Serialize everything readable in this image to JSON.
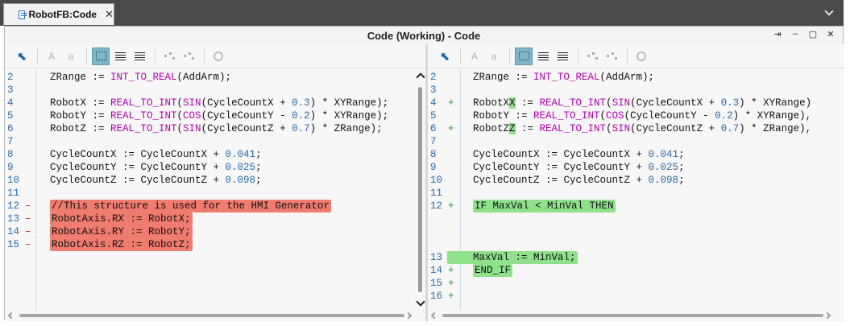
{
  "tab": {
    "label": "RobotFB:Code",
    "close": "✕"
  },
  "window": {
    "title": "Code (Working) - Code",
    "pin": "⇥",
    "minimize": "–",
    "maximize": "▢",
    "close": "✕"
  },
  "toolbar": {
    "letter_a_large": "A",
    "letter_a_small": "a"
  },
  "left": {
    "lines": [
      {
        "num": "2",
        "mark": "",
        "kind": "normal",
        "segments": [
          {
            "t": "ZRange := "
          },
          {
            "t": "INT_TO_REAL",
            "c": "#b300b3"
          },
          {
            "t": "(AddArm);"
          }
        ]
      },
      {
        "num": "3",
        "mark": "",
        "kind": "normal",
        "segments": []
      },
      {
        "num": "4",
        "mark": "",
        "kind": "normal",
        "segments": [
          {
            "t": "RobotX := "
          },
          {
            "t": "REAL_TO_INT",
            "c": "#b300b3"
          },
          {
            "t": "("
          },
          {
            "t": "SIN",
            "c": "#b300b3"
          },
          {
            "t": "(CycleCountX + "
          },
          {
            "t": "0.3",
            "c": "#2a6aa8"
          },
          {
            "t": ") * XYRange);"
          }
        ]
      },
      {
        "num": "5",
        "mark": "",
        "kind": "normal",
        "segments": [
          {
            "t": "RobotY := "
          },
          {
            "t": "REAL_TO_INT",
            "c": "#b300b3"
          },
          {
            "t": "("
          },
          {
            "t": "COS",
            "c": "#b300b3"
          },
          {
            "t": "(CycleCountY - "
          },
          {
            "t": "0.2",
            "c": "#2a6aa8"
          },
          {
            "t": ") * XYRange);"
          }
        ]
      },
      {
        "num": "6",
        "mark": "",
        "kind": "normal",
        "segments": [
          {
            "t": "RobotZ := "
          },
          {
            "t": "REAL_TO_INT",
            "c": "#b300b3"
          },
          {
            "t": "("
          },
          {
            "t": "SIN",
            "c": "#b300b3"
          },
          {
            "t": "(CycleCountZ + "
          },
          {
            "t": "0.7",
            "c": "#2a6aa8"
          },
          {
            "t": ") * ZRange);"
          }
        ]
      },
      {
        "num": "7",
        "mark": "",
        "kind": "normal",
        "segments": []
      },
      {
        "num": "8",
        "mark": "",
        "kind": "normal",
        "segments": [
          {
            "t": "CycleCountX := CycleCountX + "
          },
          {
            "t": "0.041",
            "c": "#2a6aa8"
          },
          {
            "t": ";"
          }
        ]
      },
      {
        "num": "9",
        "mark": "",
        "kind": "normal",
        "segments": [
          {
            "t": "CycleCountY := CycleCountY + "
          },
          {
            "t": "0.025",
            "c": "#2a6aa8"
          },
          {
            "t": ";"
          }
        ]
      },
      {
        "num": "10",
        "mark": "",
        "kind": "normal",
        "segments": [
          {
            "t": "CycleCountZ := CycleCountZ + "
          },
          {
            "t": "0.098",
            "c": "#2a6aa8"
          },
          {
            "t": ";"
          }
        ]
      },
      {
        "num": "11",
        "mark": "",
        "kind": "normal",
        "segments": []
      },
      {
        "num": "12",
        "mark": "–",
        "kind": "del",
        "segments": [
          {
            "t": "//This structure is used for the HMI Generator"
          }
        ]
      },
      {
        "num": "13",
        "mark": "–",
        "kind": "del",
        "segments": [
          {
            "t": "RobotAxis.RX := RobotX;"
          }
        ]
      },
      {
        "num": "14",
        "mark": "–",
        "kind": "del",
        "segments": [
          {
            "t": "RobotAxis.RY := RobotY;"
          }
        ]
      },
      {
        "num": "15",
        "mark": "–",
        "kind": "del",
        "segments": [
          {
            "t": "RobotAxis.RZ := RobotZ;"
          }
        ]
      }
    ]
  },
  "right": {
    "lines": [
      {
        "num": "2",
        "mark": "",
        "kind": "normal",
        "row": 0,
        "segments": [
          {
            "t": "ZRange := "
          },
          {
            "t": "INT_TO_REAL",
            "c": "#b300b3"
          },
          {
            "t": "(AddArm);"
          }
        ]
      },
      {
        "num": "3",
        "mark": "",
        "kind": "normal",
        "row": 1,
        "segments": []
      },
      {
        "num": "4",
        "mark": "+",
        "kind": "chg",
        "row": 2,
        "segments": [
          {
            "t": "RobotX"
          },
          {
            "t": "X",
            "hl": true
          },
          {
            "t": " := "
          },
          {
            "t": "REAL_TO_INT",
            "c": "#b300b3"
          },
          {
            "t": "("
          },
          {
            "t": "SIN",
            "c": "#b300b3"
          },
          {
            "t": "(CycleCountX + "
          },
          {
            "t": "0.3",
            "c": "#2a6aa8"
          },
          {
            "t": ") * XYRange)"
          }
        ]
      },
      {
        "num": "5",
        "mark": "",
        "kind": "normal",
        "row": 3,
        "segments": [
          {
            "t": "RobotY := "
          },
          {
            "t": "REAL_TO_INT",
            "c": "#b300b3"
          },
          {
            "t": "("
          },
          {
            "t": "COS",
            "c": "#b300b3"
          },
          {
            "t": "(CycleCountY - "
          },
          {
            "t": "0.2",
            "c": "#2a6aa8"
          },
          {
            "t": ") * XYRange),"
          }
        ]
      },
      {
        "num": "6",
        "mark": "+",
        "kind": "chg",
        "row": 4,
        "segments": [
          {
            "t": "RobotZ"
          },
          {
            "t": "Z",
            "hl": true
          },
          {
            "t": " := "
          },
          {
            "t": "REAL_TO_INT",
            "c": "#b300b3"
          },
          {
            "t": "("
          },
          {
            "t": "SIN",
            "c": "#b300b3"
          },
          {
            "t": "(CycleCountZ + "
          },
          {
            "t": "0.7",
            "c": "#2a6aa8"
          },
          {
            "t": ") * ZRange),"
          }
        ]
      },
      {
        "num": "7",
        "mark": "",
        "kind": "normal",
        "row": 5,
        "segments": []
      },
      {
        "num": "8",
        "mark": "",
        "kind": "normal",
        "row": 6,
        "segments": [
          {
            "t": "CycleCountX := CycleCountX + "
          },
          {
            "t": "0.041",
            "c": "#2a6aa8"
          },
          {
            "t": ";"
          }
        ]
      },
      {
        "num": "9",
        "mark": "",
        "kind": "normal",
        "row": 7,
        "segments": [
          {
            "t": "CycleCountY := CycleCountY + "
          },
          {
            "t": "0.025",
            "c": "#2a6aa8"
          },
          {
            "t": ";"
          }
        ]
      },
      {
        "num": "10",
        "mark": "",
        "kind": "normal",
        "row": 8,
        "segments": [
          {
            "t": "CycleCountZ := CycleCountZ + "
          },
          {
            "t": "0.098",
            "c": "#2a6aa8"
          },
          {
            "t": ";"
          }
        ]
      },
      {
        "num": "11",
        "mark": "",
        "kind": "normal",
        "row": 9,
        "segments": []
      },
      {
        "num": "12",
        "mark": "+",
        "kind": "add",
        "row": 10,
        "segments": [
          {
            "t": "IF MaxVal < MinVal THEN"
          }
        ]
      },
      {
        "num": "13",
        "mark": "+",
        "kind": "add",
        "row": 14,
        "segments": [
          {
            "t": "    MaxVal := MinVal;"
          }
        ]
      },
      {
        "num": "14",
        "mark": "+",
        "kind": "add",
        "row": 15,
        "segments": [
          {
            "t": "END_IF"
          }
        ]
      },
      {
        "num": "15",
        "mark": "+",
        "kind": "add_empty",
        "row": 16,
        "segments": []
      },
      {
        "num": "16",
        "mark": "+",
        "kind": "add_empty",
        "row": 17,
        "segments": []
      }
    ]
  }
}
